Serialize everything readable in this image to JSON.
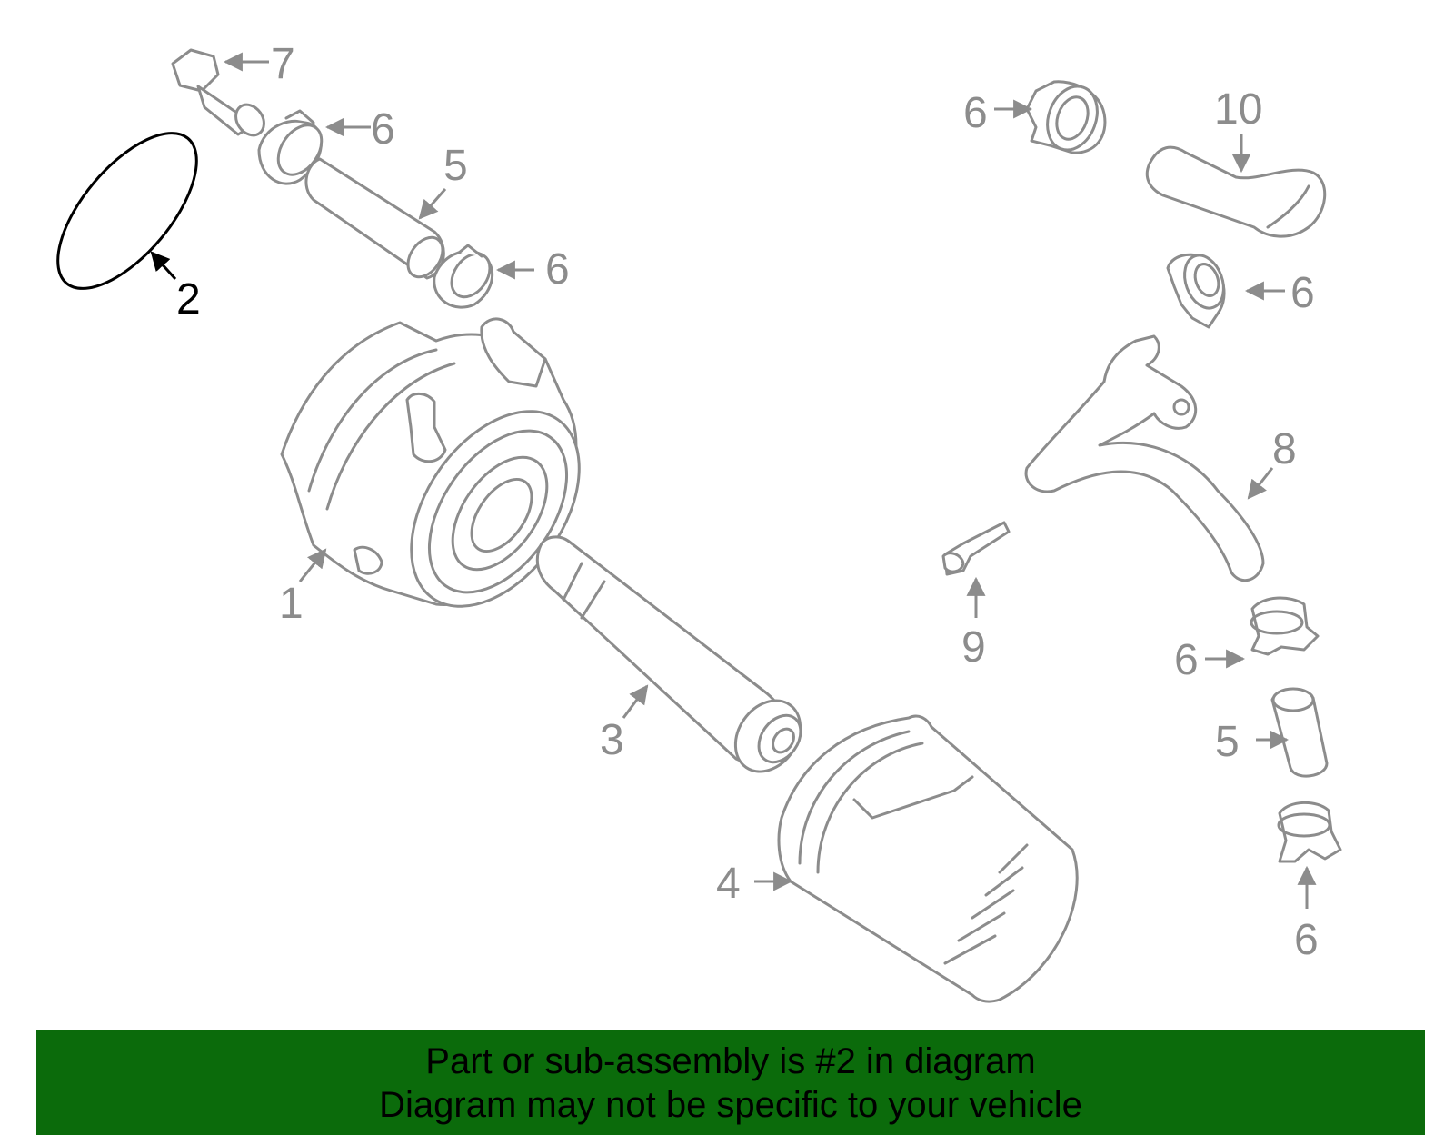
{
  "highlight_color": "#000000",
  "part_color": "#8c8c8c",
  "banner_color": "#0b6b0b",
  "callouts": {
    "c1": "1",
    "c2": "2",
    "c3": "3",
    "c4": "4",
    "c5a": "5",
    "c5b": "5",
    "c6a": "6",
    "c6b": "6",
    "c6c": "6",
    "c6d": "6",
    "c6e": "6",
    "c6f": "6",
    "c7": "7",
    "c8": "8",
    "c9": "9",
    "c10": "10"
  },
  "banner": {
    "line1": "Part or sub-assembly is #2 in diagram",
    "line2": "Diagram may not be specific to your vehicle"
  }
}
